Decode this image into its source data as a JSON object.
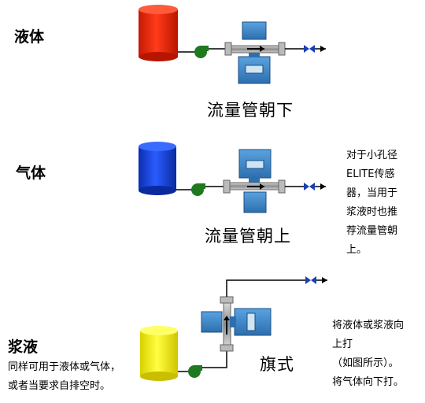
{
  "liquid": {
    "label": "液体",
    "caption": "流量管朝下"
  },
  "gas": {
    "label": "气体",
    "caption": "流量管朝上",
    "note_lines": [
      "对于小孔径",
      "ELITE传感",
      "器，当用于",
      "浆液时也推",
      "荐流量管朝",
      "上。"
    ]
  },
  "slurry": {
    "label": "浆液",
    "caption": "旗式",
    "note_left_lines": [
      "同样可用于液体或气体，",
      "或者当要求自排空时。"
    ],
    "note_right_lines": [
      "将液体或浆液向",
      "上打",
      "（如图所示）。",
      "将气体向下打。"
    ]
  },
  "colors": {
    "liquid_tank": "#f0230a",
    "gas_tank": "#1447e6",
    "slurry_tank": "#f5f20a",
    "pump": "#1f7a1f",
    "meter_blue": "#3f86c8",
    "valve": "#1a3fb5"
  }
}
